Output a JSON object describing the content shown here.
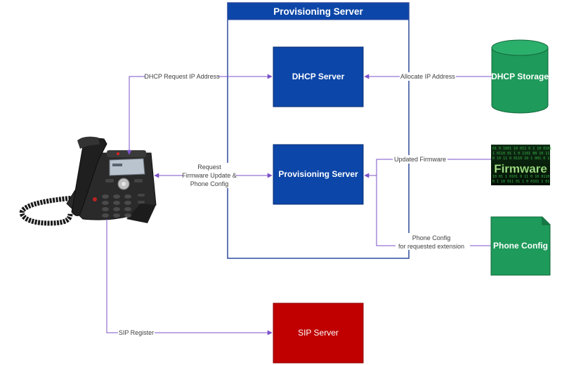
{
  "colors": {
    "server_blue": "#0c46a8",
    "storage_green": "#1e9a5a",
    "sip_red": "#c00000",
    "connector_purple": "#7b52c9",
    "frame_blue": "#2e4a9c"
  },
  "nodes": {
    "container_title": "Provisioning Server",
    "dhcp_server": "DHCP Server",
    "provisioning_server": "Provisioning Server",
    "dhcp_storage": "DHCP Storage",
    "firmware": "Firmware",
    "phone_config": "Phone Config",
    "sip_server": "SIP Server"
  },
  "edges": {
    "dhcp_request": "DHCP Request IP Address",
    "allocate_ip": "Allocate IP Address",
    "request_line1": "Request",
    "request_line2": "Firmware Update &",
    "request_line3": "Phone Config",
    "updated_firmware": "Updated Firmware",
    "phone_config_line1": "Phone Config",
    "phone_config_line2": "for requested extension",
    "sip_register": "SIP Register"
  },
  "icons": [
    "ip-phone-icon",
    "database-cylinder-icon",
    "firmware-matrix-icon",
    "document-icon"
  ]
}
